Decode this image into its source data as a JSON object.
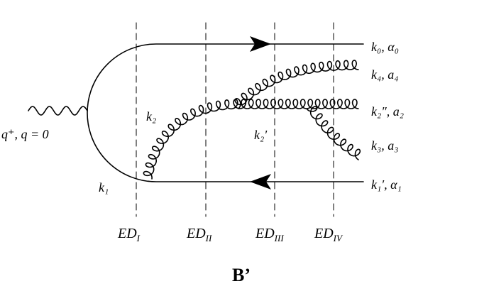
{
  "labels": {
    "k0_alpha0": "k₀, α₀",
    "k4_a4": "k₄, a₄",
    "k2pp_a2": "k₂″, a₂",
    "k3_a3": "k₃, a₃",
    "k1p_alpha1": "k₁′, α₁",
    "photon": "q⁺, q = 0",
    "k2": "k₂",
    "k2p": "k₂′",
    "k1": "k₁"
  },
  "energy_denominators": [
    "ED_I",
    "ED_II",
    "ED_III",
    "ED_IV"
  ],
  "ed_labels": [
    {
      "base": "ED",
      "sub": "I"
    },
    {
      "base": "ED",
      "sub": "II"
    },
    {
      "base": "ED",
      "sub": "III"
    },
    {
      "base": "ED",
      "sub": "IV"
    }
  ],
  "caption": "B’",
  "colors": {
    "ink": "#000000",
    "background": "#ffffff"
  }
}
